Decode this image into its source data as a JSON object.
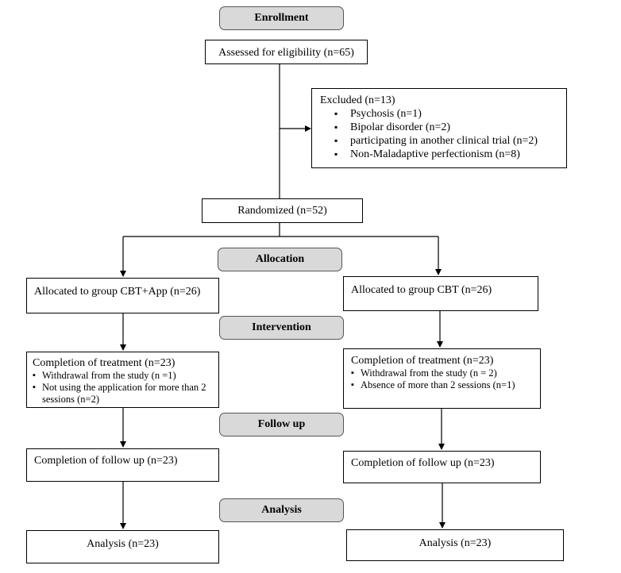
{
  "stages": {
    "enrollment": "Enrollment",
    "allocation": "Allocation",
    "intervention": "Intervention",
    "follow_up": "Follow up",
    "analysis": "Analysis"
  },
  "assessed": "Assessed for eligibility (n=65)",
  "excluded": {
    "title": "Excluded (n=13)",
    "items": [
      "Psychosis (n=1)",
      "Bipolar disorder (n=2)",
      "participating in another clinical trial (n=2)",
      "Non-Maladaptive perfectionism (n=8)"
    ]
  },
  "randomized": "Randomized (n=52)",
  "left": {
    "allocated": "Allocated to group CBT+App (n=26)",
    "completion": "Completion of treatment (n=23)",
    "completion_items": [
      "Withdrawal from the study (n =1)",
      "Not using the application for more than 2 sessions (n=2)"
    ],
    "follow_up": "Completion of follow up (n=23)",
    "analysis": "Analysis (n=23)"
  },
  "right": {
    "allocated": "Allocated to group CBT (n=26)",
    "completion": "Completion of treatment (n=23)",
    "completion_items": [
      "Withdrawal from the study (n = 2)",
      "Absence of more than 2 sessions (n=1)"
    ],
    "follow_up": "Completion of follow up (n=23)",
    "analysis": "Analysis (n=23)"
  }
}
